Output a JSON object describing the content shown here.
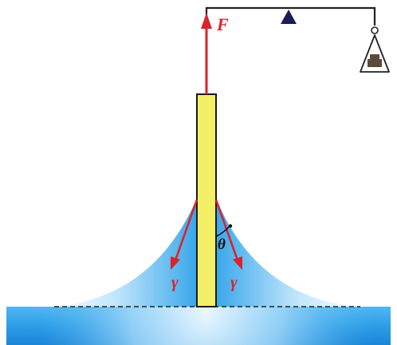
{
  "diagram": {
    "labels": {
      "force": "F",
      "gamma_left": "γ",
      "gamma_right": "γ",
      "angle": "θ"
    },
    "colors": {
      "force_arrow": "#d9242b",
      "tension_arrow": "#d9242b",
      "plate_fill": "#f3ef66",
      "plate_stroke": "#1a1a1a",
      "liquid_light": "#e8f6ff",
      "liquid_dark": "#1e90e0",
      "balance_frame": "#222222",
      "fulcrum": "#1c1c5a",
      "weight": "#5a4a3a",
      "baseline": "#222222"
    },
    "icons": {
      "fulcrum": "triangle-fulcrum-icon",
      "hanging_weight": "hanging-weight-icon"
    }
  }
}
